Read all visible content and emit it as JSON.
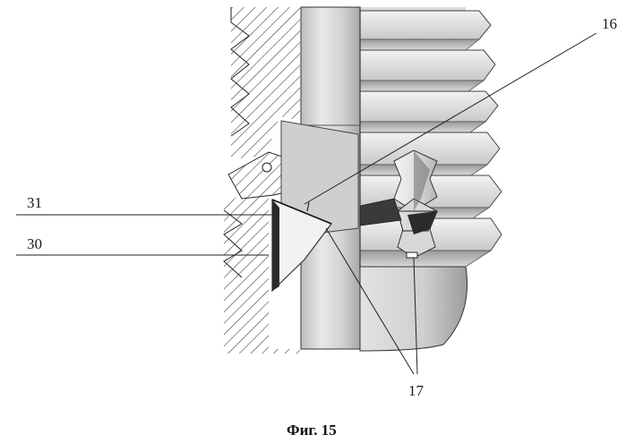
{
  "figure": {
    "caption": "Фиг. 15",
    "labels": {
      "label_16": "16",
      "label_31": "31",
      "label_30": "30",
      "label_17": "17"
    }
  },
  "colors": {
    "line": "#222222",
    "thread_light": "#e6e6e6",
    "thread_mid": "#b8b8b8",
    "thread_dark": "#7a7a7a",
    "shaft": "#d4d4d4",
    "cavity_dark": "#2e2e2e"
  }
}
